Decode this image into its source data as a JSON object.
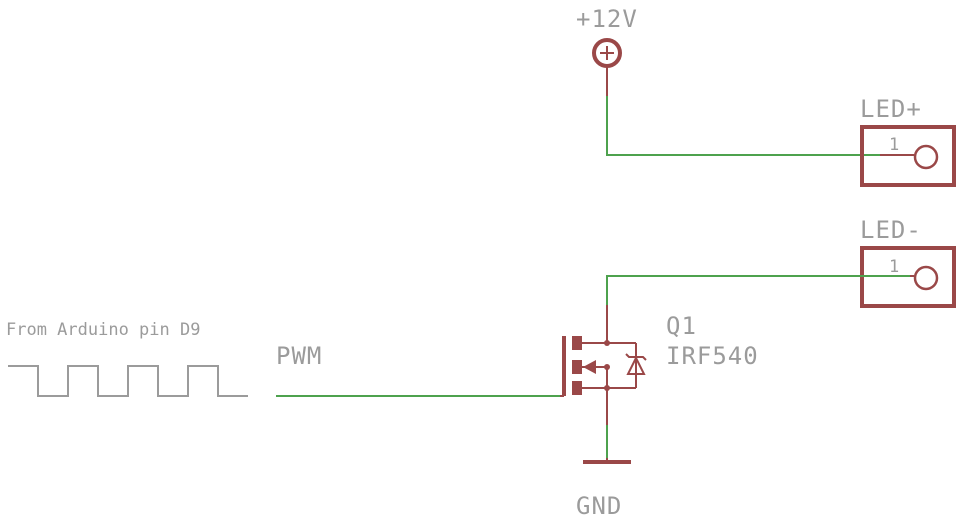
{
  "labels": {
    "supply": "+12V",
    "led_plus": "LED+",
    "led_minus": "LED-",
    "pin_led_plus": "1",
    "pin_led_minus": "1",
    "source_note": "From Arduino pin D9",
    "pwm": "PWM",
    "q_ref": "Q1",
    "q_part": "IRF540",
    "ground": "GND"
  },
  "colors": {
    "wire": "#4ea24e",
    "component": "#9a4848",
    "text": "#9b9b9b"
  },
  "icons": {
    "supply": "power-plus-icon",
    "connector": "pin-header-icon",
    "transistor": "n-mosfet-icon",
    "ground": "ground-icon",
    "signal": "square-wave-icon"
  }
}
